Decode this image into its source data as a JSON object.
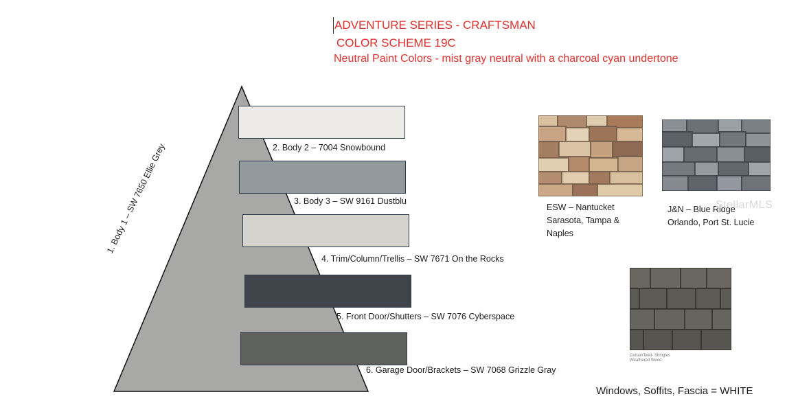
{
  "header": {
    "series": "ADVENTURE SERIES - CRAFTSMAN",
    "scheme": "COLOR SCHEME 19C",
    "subtitle": "Neutral Paint Colors - mist gray neutral with a charcoal cyan undertone"
  },
  "colors": {
    "title_red": "#e0302c",
    "body1": "#a8a8a6",
    "body2": "#ecebe7",
    "body3": "#939a9e",
    "trim": "#d4d3cd",
    "front_door": "#40444b",
    "garage": "#5f615e"
  },
  "pyramid": {
    "body1_label": "1. Body 1 – SW 7650 Ellie Grey",
    "swatches": [
      {
        "label": "2. Body 2 – 7004 Snowbound",
        "color": "#ecebe7"
      },
      {
        "label": "3. Body 3 – SW 9161 Dustblu",
        "color": "#939a9e"
      },
      {
        "label": "4. Trim/Column/Trellis – SW 7671 On the Rocks",
        "color": "#d4d3cd"
      },
      {
        "label": "5. Front Door/Shutters – SW 7076 Cyberspace",
        "color": "#40444b"
      },
      {
        "label": "6. Garage Door/Brackets – SW 7068 Grizzle Gray",
        "color": "#5f615e"
      }
    ]
  },
  "stones": {
    "esw": {
      "line1": "ESW – Nantucket",
      "line2": "Sarasota, Tampa &",
      "line3": "Naples"
    },
    "jn": {
      "line1": "J&N  – Blue Ridge",
      "line2": "Orlando, Port St. Lucie"
    }
  },
  "shingle": {
    "line1": "CertainTeed- Shingles",
    "line2": "Weathered Wood"
  },
  "footer": "Windows, Soffits, Fascia = WHITE",
  "watermark": "StellarMLS"
}
